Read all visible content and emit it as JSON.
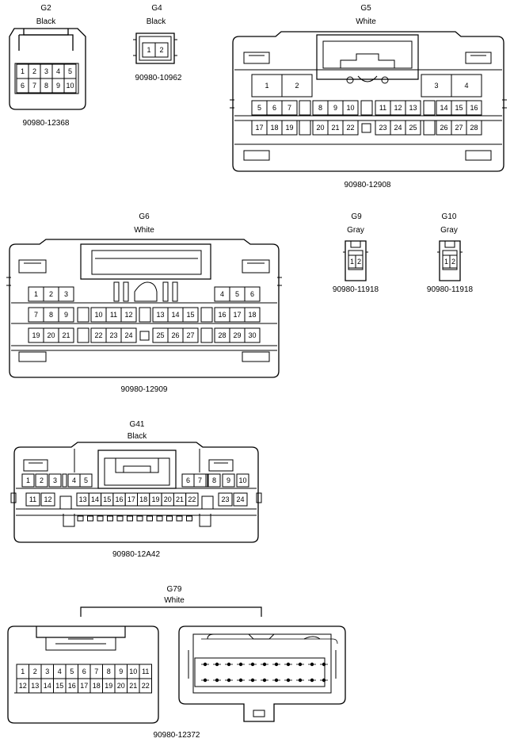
{
  "connectors": [
    {
      "id": "g2",
      "name": "G2",
      "color": "Black",
      "part": "90980-12368",
      "pins": [
        "1",
        "2",
        "3",
        "4",
        "5",
        "6",
        "7",
        "8",
        "9",
        "10"
      ]
    },
    {
      "id": "g4",
      "name": "G4",
      "color": "Black",
      "part": "90980-10962",
      "pins": [
        "1",
        "2"
      ]
    },
    {
      "id": "g5",
      "name": "G5",
      "color": "White",
      "part": "90980-12908",
      "pins": [
        "1",
        "2",
        "3",
        "4",
        "5",
        "6",
        "7",
        "8",
        "9",
        "10",
        "11",
        "12",
        "13",
        "14",
        "15",
        "16",
        "17",
        "18",
        "19",
        "20",
        "21",
        "22",
        "23",
        "24",
        "25",
        "26",
        "27",
        "28"
      ]
    },
    {
      "id": "g6",
      "name": "G6",
      "color": "White",
      "part": "90980-12909",
      "pins": [
        "1",
        "2",
        "3",
        "4",
        "5",
        "6",
        "7",
        "8",
        "9",
        "10",
        "11",
        "12",
        "13",
        "14",
        "15",
        "16",
        "17",
        "18",
        "19",
        "20",
        "21",
        "22",
        "23",
        "24",
        "25",
        "26",
        "27",
        "28",
        "29",
        "30"
      ]
    },
    {
      "id": "g9",
      "name": "G9",
      "color": "Gray",
      "part": "90980-11918",
      "pins": [
        "1",
        "2"
      ]
    },
    {
      "id": "g10",
      "name": "G10",
      "color": "Gray",
      "part": "90980-11918",
      "pins": [
        "1",
        "2"
      ]
    },
    {
      "id": "g41",
      "name": "G41",
      "color": "Black",
      "part": "90980-12A42",
      "pins": [
        "1",
        "2",
        "3",
        "4",
        "5",
        "6",
        "7",
        "8",
        "9",
        "10",
        "11",
        "12",
        "13",
        "14",
        "15",
        "16",
        "17",
        "18",
        "19",
        "20",
        "21",
        "22",
        "23",
        "24"
      ]
    },
    {
      "id": "g79",
      "name": "G79",
      "color": "White",
      "part": "90980-12372",
      "pins": [
        "1",
        "2",
        "3",
        "4",
        "5",
        "6",
        "7",
        "8",
        "9",
        "10",
        "11",
        "12",
        "13",
        "14",
        "15",
        "16",
        "17",
        "18",
        "19",
        "20",
        "21",
        "22"
      ]
    }
  ]
}
